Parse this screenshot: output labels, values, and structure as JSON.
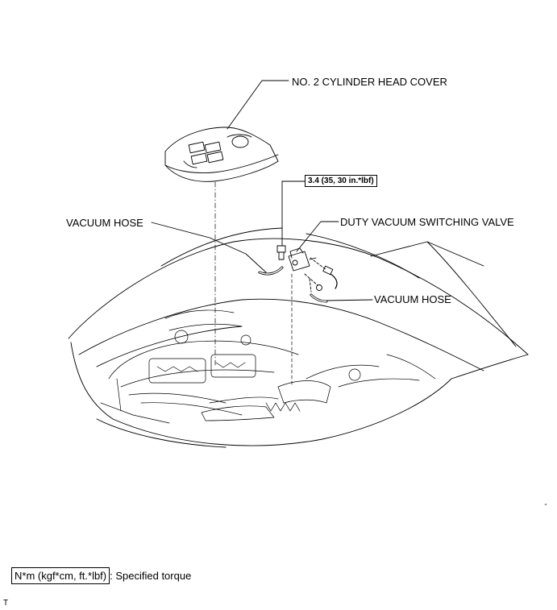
{
  "callouts": {
    "head_cover": "NO. 2 CYLINDER HEAD COVER",
    "torque": "3.4 (35, 30 in.*lbf)",
    "vacuum_hose_left": "VACUUM HOSE",
    "dvsv": "DUTY VACUUM SWITCHING VALVE",
    "vacuum_hose_right": "VACUUM HOSE"
  },
  "legend": {
    "unit": "N*m (kgf*cm, ft.*lbf)",
    "meaning": ": Specified torque"
  },
  "corner_mark": "T"
}
